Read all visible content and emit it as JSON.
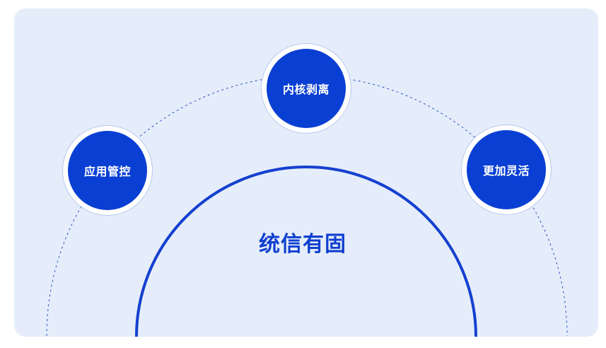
{
  "center": {
    "label": "统信有固"
  },
  "nodes": [
    {
      "id": "top",
      "label": "内核剥离"
    },
    {
      "id": "left",
      "label": "应用管控"
    },
    {
      "id": "right",
      "label": "更加灵活"
    }
  ],
  "colors": {
    "panel_background": "#e5edfa",
    "node_fill": "#0a3fd4",
    "arc_stroke": "#1540d0",
    "title_text": "#0f3fd0"
  }
}
